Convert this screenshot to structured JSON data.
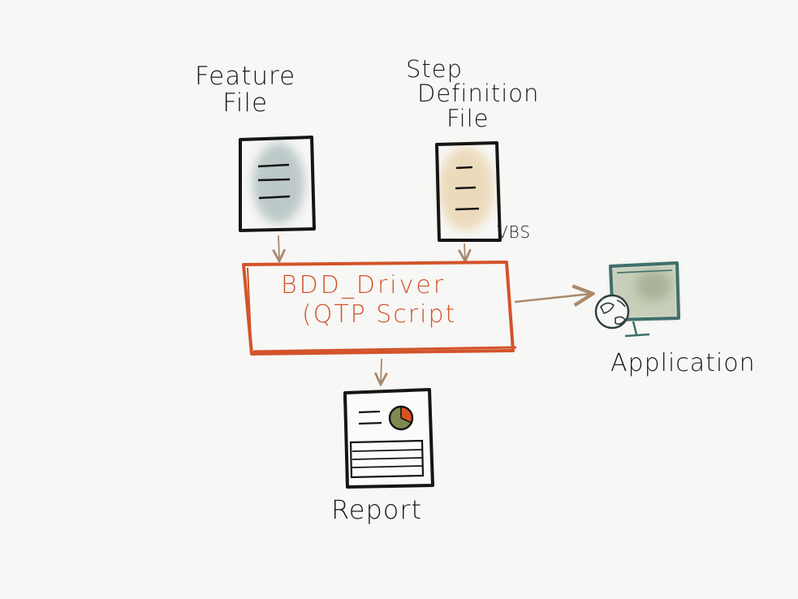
{
  "diagram": {
    "feature_file_label": [
      "Feature",
      "File"
    ],
    "step_definition_label": [
      "Step",
      "Definition",
      "File"
    ],
    "vbs_label": "VBS",
    "driver_label": [
      "BDD_Driver",
      "(QTP Script"
    ],
    "application_label": "Application",
    "report_label": "Report"
  },
  "colors": {
    "ink": "#1a1a1a",
    "driver_orange": "#d3532a",
    "arrow_brown": "#a88a6e",
    "feature_fill": "#b9c7c6",
    "step_fill": "#ecd9b9",
    "monitor_frame": "#3f6f6a",
    "monitor_fill": "#b7c1a6",
    "pie_orange": "#d9531f",
    "pie_green": "#7d8a52"
  },
  "icons": [
    "feature-file-icon",
    "step-definition-file-icon",
    "monitor-icon",
    "globe-icon",
    "report-document-icon",
    "pie-chart-icon"
  ]
}
